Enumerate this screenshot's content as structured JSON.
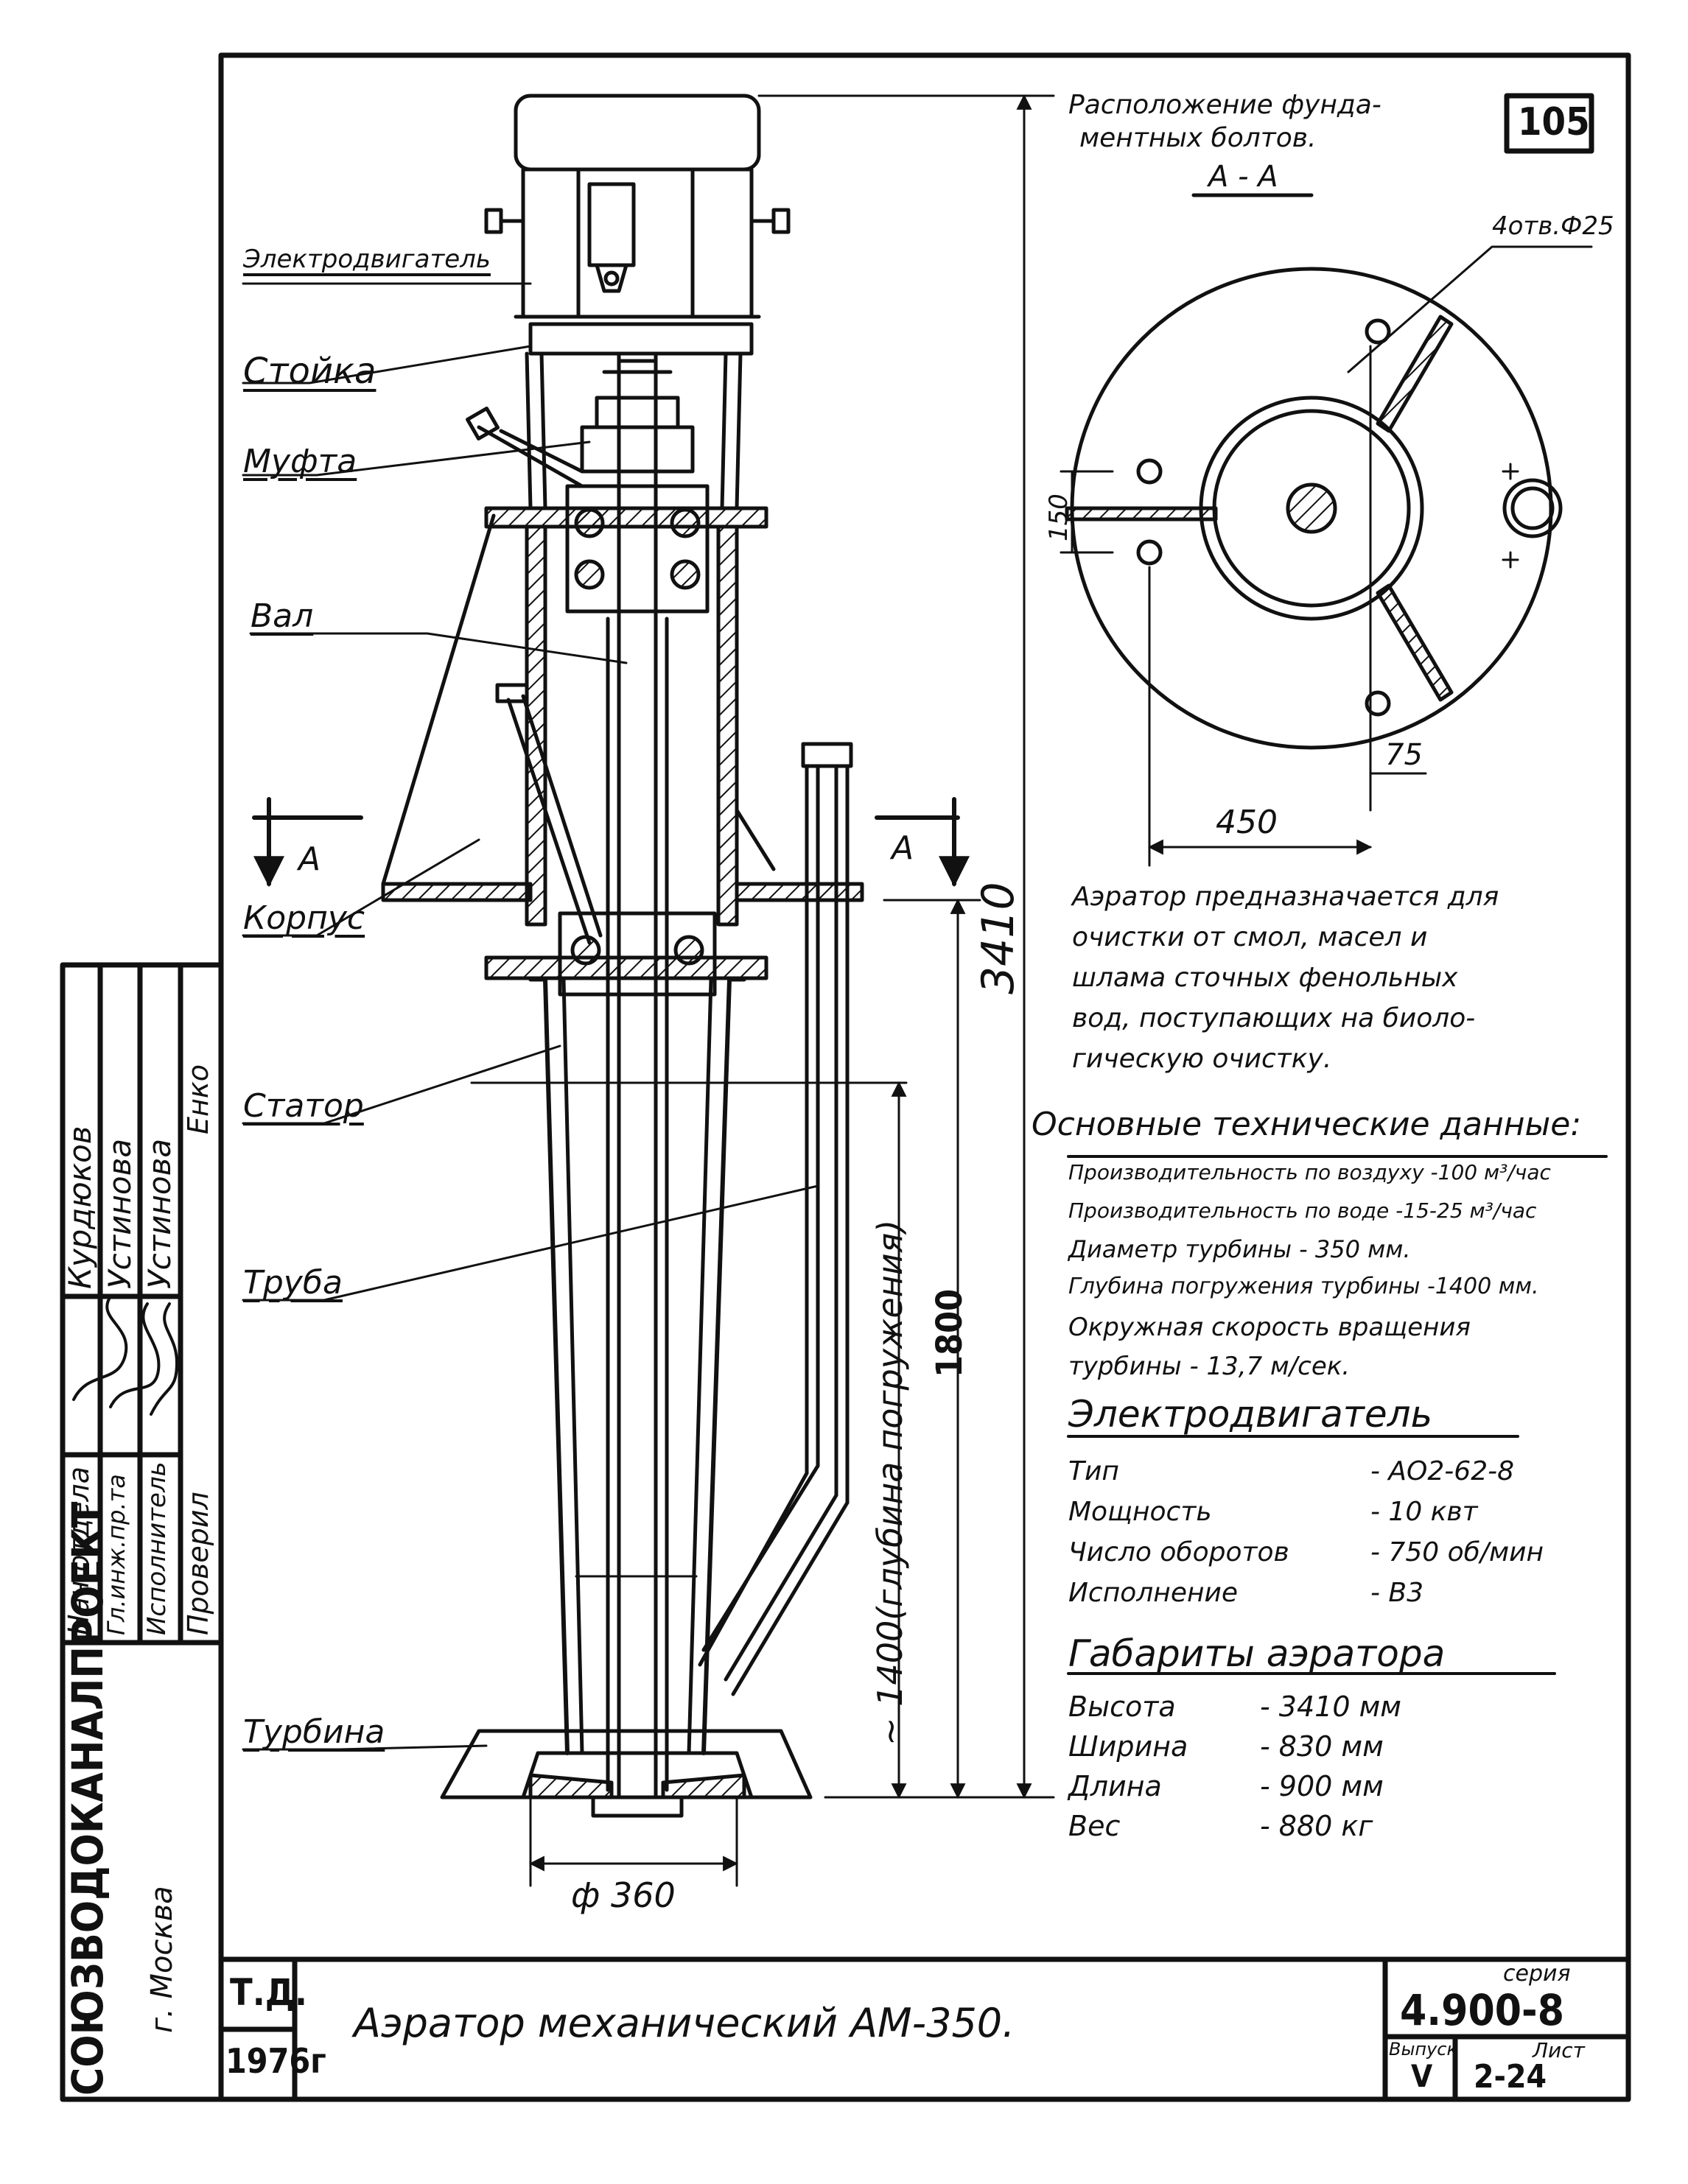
{
  "sheet": {
    "number": "105",
    "sheet_page": "2-24"
  },
  "section_view": {
    "caption_line1": "Расположение фунда-",
    "caption_line2": "ментных болтов.",
    "section_mark": "А - А",
    "holes_label": "4отв.Ф25",
    "dim_150": "150",
    "dim_75": "75",
    "dim_450": "450"
  },
  "part_labels": {
    "motor": "Электродвигатель",
    "stand": "Стойка",
    "coupling": "Муфта",
    "shaft": "Вал",
    "housing": "Корпус",
    "stator": "Статор",
    "pipe": "Труба",
    "turbine": "Турбина"
  },
  "dimensions": {
    "height": "3410",
    "depth_1800": "1800",
    "immersion": "~ 1400(глубина погружения)",
    "diameter": "ф 360",
    "section_a_left": "А",
    "section_a_right": "А"
  },
  "description": {
    "line1": "Аэратор предназначается для",
    "line2": "очистки от смол, масел и",
    "line3": "шлама сточных фенольных",
    "line4": "вод, поступающих на биоло-",
    "line5": "гическую очистку."
  },
  "tech_data": {
    "title": "Основные технические данные:",
    "lines": [
      "Производительность по воздуху -100 м³/час",
      "Производительность по воде -15-25 м³/час",
      "Диаметр турбины - 350 мм.",
      "Глубина погружения турбины -1400 мм.",
      "Окружная скорость вращения",
      "турбины - 13,7 м/сек."
    ]
  },
  "motor_specs": {
    "title": "Электродвигатель",
    "rows": [
      {
        "name": "Тип",
        "value": "- АО2-62-8"
      },
      {
        "name": "Мощность",
        "value": "- 10 квт"
      },
      {
        "name": "Число оборотов",
        "value": "- 750 об/мин"
      },
      {
        "name": "Исполнение",
        "value": "- В3"
      }
    ]
  },
  "dimensions_block": {
    "title": "Габариты аэратора",
    "rows": [
      {
        "name": "Высота",
        "value": "- 3410 мм"
      },
      {
        "name": "Ширина",
        "value": "- 830 мм"
      },
      {
        "name": "Длина",
        "value": "- 900 мм"
      },
      {
        "name": "Вес",
        "value": "- 880 кг"
      }
    ]
  },
  "title_block": {
    "td": "Т.Д.",
    "year": "1976г",
    "title": "Аэратор механический АМ-350.",
    "series_label": "серия",
    "series": "4.900-8",
    "issue_label": "Выпуск",
    "issue": "V",
    "sheet_label": "Лист"
  },
  "signatures": {
    "roles": [
      "Нач.отдела",
      "Гл.инж.пр.та",
      "Исполнитель",
      "Проверил"
    ],
    "names": [
      "Курдюков",
      "Устинова",
      "Устинова",
      "Енко"
    ],
    "org": "СОЮЗВОДОКАНАЛПРОЕКТ",
    "city": "г. Москва"
  }
}
